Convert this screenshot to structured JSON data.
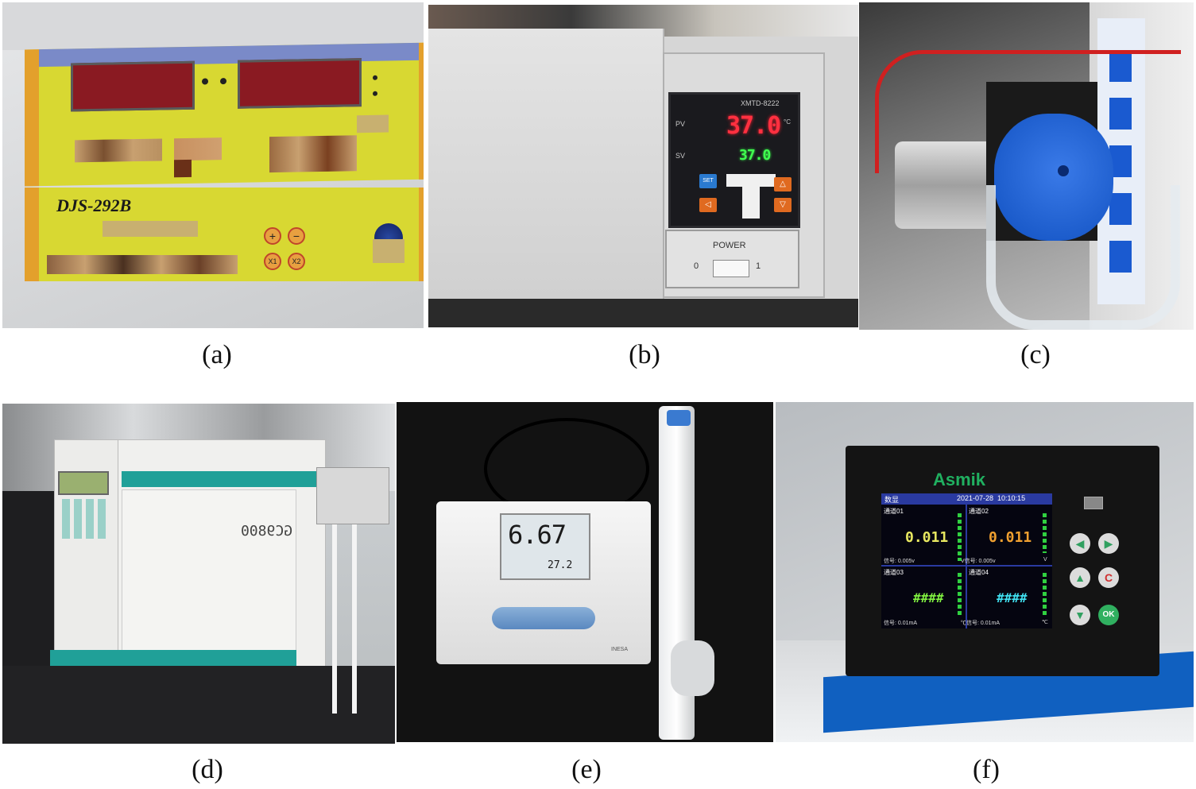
{
  "captions": [
    "(a)",
    "(b)",
    "(c)",
    "(d)",
    "(e)",
    "(f)"
  ],
  "panel_a": {
    "model": "DJS-292B",
    "buttons": [
      "+",
      "−",
      "X1",
      "X2"
    ]
  },
  "panel_b": {
    "model": "XMTD-8222",
    "pv_label": "PV",
    "sv_label": "SV",
    "pv_value": "37.0",
    "sv_value": "37.0",
    "unit": "°C",
    "set_label": "SET",
    "power_label": "POWER",
    "off_label": "0",
    "on_label": "1"
  },
  "panel_d": {
    "model": "GC9800"
  },
  "panel_e": {
    "ph_value": "6.67",
    "temp_value": "27.2",
    "brand": "INESA"
  },
  "panel_f": {
    "brand": "Asmik",
    "datetime": "2021-07-28  10:10:15",
    "title": "数显",
    "ch1": "通道01",
    "ch2": "通道02",
    "ch3": "通道03",
    "ch4": "通道04",
    "val1": "0.011",
    "val2": "0.011",
    "val3": "####",
    "val4": "####",
    "sig1": "信号: 0.005v",
    "sig2": "V信号: 0.005v",
    "sig3": "信号: 0.01mA",
    "sig4": "℃信号: 0.01mA",
    "unit_v": "V",
    "unit_c": "℃",
    "ok": "OK",
    "c": "C"
  }
}
